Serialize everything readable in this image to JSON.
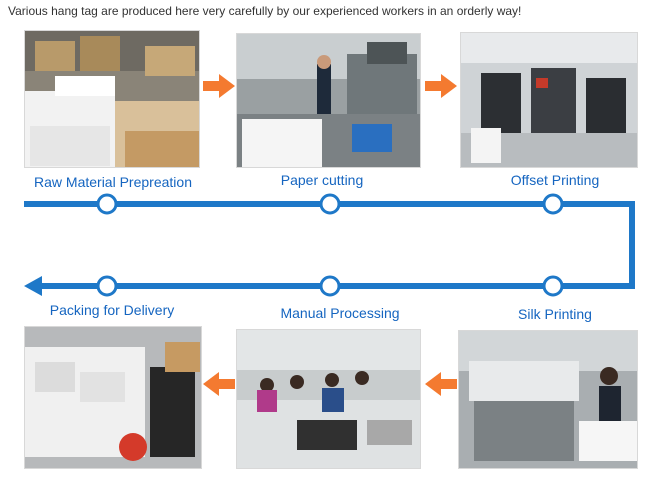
{
  "header": {
    "text": "Various hang tag are produced here very carefully by our experienced workers in an orderly way!"
  },
  "steps": [
    {
      "label": "Raw Material Prepreation",
      "icon": "stacked-paper-photo"
    },
    {
      "label": "Paper cutting",
      "icon": "cutting-machine-photo"
    },
    {
      "label": "Offset Printing",
      "icon": "offset-press-photo"
    },
    {
      "label": "Silk Printing",
      "icon": "silk-screen-photo"
    },
    {
      "label": "Manual Processing",
      "icon": "workers-table-photo"
    },
    {
      "label": "Packing for Delivery",
      "icon": "packed-tags-photo"
    }
  ],
  "colors": {
    "flow_line": "#1e78c8",
    "step_arrow": "#f47a30",
    "label_text": "#1565c0"
  }
}
